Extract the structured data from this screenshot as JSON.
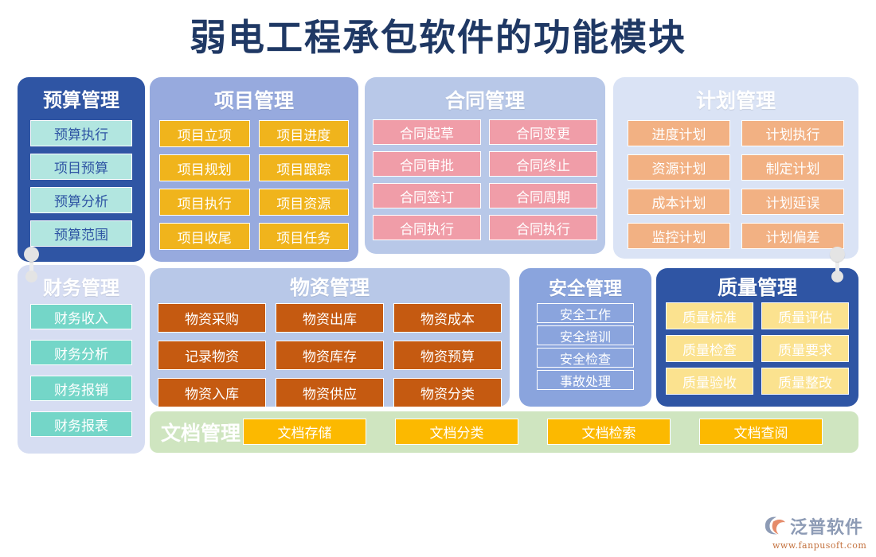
{
  "title": "弱电工程承包软件的功能模块",
  "colors": {
    "title_text": "#1f3864",
    "budget_panel": "#2f55a4",
    "budget_chip": "#b2e6e0",
    "project_panel": "#97aade",
    "project_chip": "#f0b41c",
    "contract_panel": "#b8c8e8",
    "contract_chip": "#f09da8",
    "plan_panel": "#dae3f5",
    "plan_chip": "#f2b183",
    "finance_panel": "#d6ddf2",
    "finance_chip": "#74d6c8",
    "material_panel": "#b8c8e8",
    "material_chip": "#c55a11",
    "safety_panel": "#8aa4dd",
    "quality_panel": "#2f55a4",
    "quality_chip": "#fbe28f",
    "document_panel": "#cfe5c0",
    "document_chip": "#fcb900",
    "background": "#ffffff"
  },
  "panels": {
    "budget": {
      "title": "预算管理",
      "items": [
        "预算执行",
        "项目预算",
        "预算分析",
        "预算范围"
      ]
    },
    "project": {
      "title": "项目管理",
      "items": [
        "项目立项",
        "项目进度",
        "项目规划",
        "项目跟踪",
        "项目执行",
        "项目资源",
        "项目收尾",
        "项目任务"
      ]
    },
    "contract": {
      "title": "合同管理",
      "items": [
        "合同起草",
        "合同变更",
        "合同审批",
        "合同终止",
        "合同签订",
        "合同周期",
        "合同执行",
        "合同执行"
      ]
    },
    "plan": {
      "title": "计划管理",
      "items": [
        "进度计划",
        "计划执行",
        "资源计划",
        "制定计划",
        "成本计划",
        "计划延误",
        "监控计划",
        "计划偏差"
      ]
    },
    "finance": {
      "title": "财务管理",
      "items": [
        "财务收入",
        "财务分析",
        "财务报销",
        "财务报表"
      ]
    },
    "material": {
      "title": "物资管理",
      "items": [
        "物资采购",
        "物资出库",
        "物资成本",
        "记录物资",
        "物资库存",
        "物资预算",
        "物资入库",
        "物资供应",
        "物资分类"
      ]
    },
    "safety": {
      "title": "安全管理",
      "items": [
        "安全工作",
        "安全培训",
        "安全检查",
        "事故处理"
      ]
    },
    "quality": {
      "title": "质量管理",
      "items": [
        "质量标准",
        "质量评估",
        "质量检查",
        "质量要求",
        "质量验收",
        "质量整改"
      ]
    },
    "document": {
      "title": "文档管理",
      "items": [
        "文档存储",
        "文档分类",
        "文档检索",
        "文档查阅"
      ]
    }
  },
  "watermark": {
    "brand": "泛普软件",
    "url": "www.fanpusoft.com"
  }
}
